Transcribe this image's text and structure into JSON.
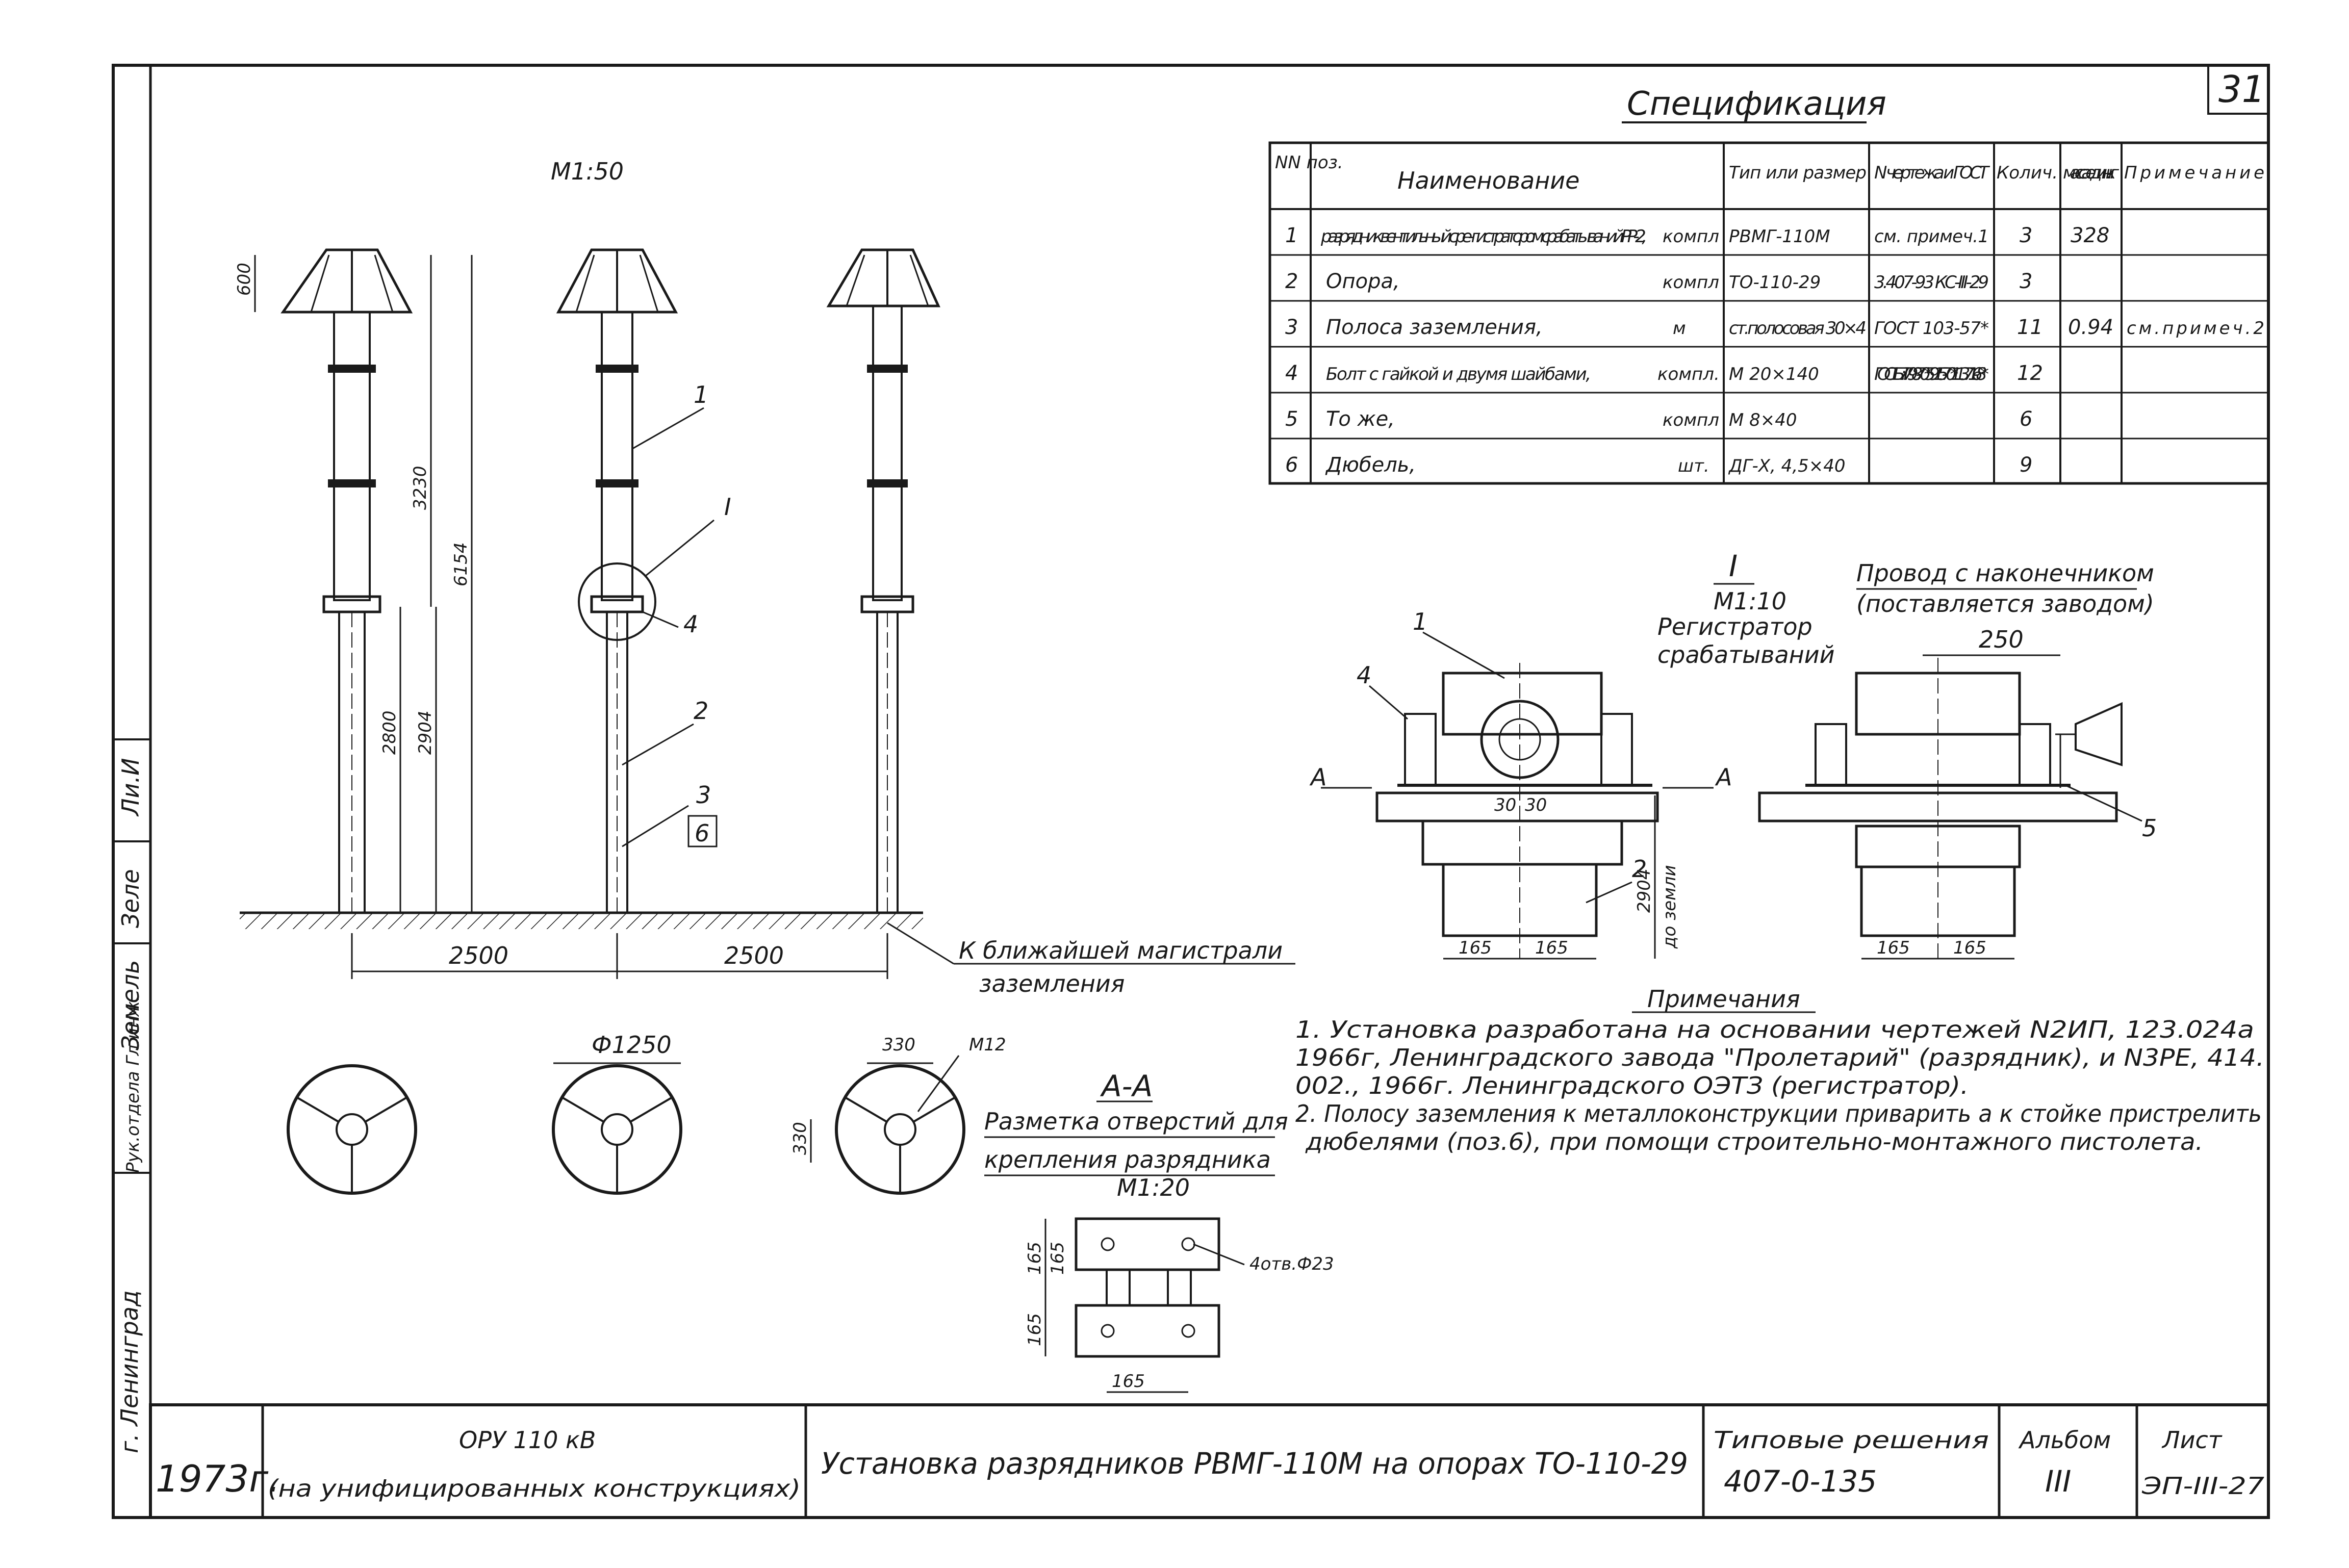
{
  "sheet_number": "31",
  "scale_main": "М1:50",
  "spec": {
    "title": "Спецификация",
    "headers": [
      "NN поз.",
      "Наименование",
      "Тип или размер",
      "N чертежа и ГОСТ",
      "Колич.",
      "масса един. кг",
      "Примечание"
    ],
    "rows": [
      {
        "pos": "1",
        "name": "разрядник вентильный с ре- гистратором срабатываний РР-2,",
        "unit": "компл",
        "type": "РВМГ-110М",
        "gost": "см. примеч.1",
        "qty": "3",
        "mass": "328",
        "note": ""
      },
      {
        "pos": "2",
        "name": "Опора,",
        "unit": "компл",
        "type": "ТО-110-29",
        "gost": "3.407-93 КС-III-29",
        "qty": "3",
        "mass": "",
        "note": ""
      },
      {
        "pos": "3",
        "name": "Полоса заземления,",
        "unit": "м",
        "type": "ст.полосовая 30×4",
        "gost": "ГОСТ 103-57*",
        "qty": "11",
        "mass": "0.94",
        "note": "см.примеч.2"
      },
      {
        "pos": "4",
        "name": "Болт с гайкой и двумя шайбами,",
        "unit": "компл.",
        "type": "М 20×140",
        "gost": "ГОСТЫ: 7798-70* 5915-70* 11371-68*",
        "qty": "12",
        "mass": "",
        "note": ""
      },
      {
        "pos": "5",
        "name": "То же,",
        "unit": "компл",
        "type": "М 8×40",
        "gost": "",
        "qty": "6",
        "mass": "",
        "note": ""
      },
      {
        "pos": "6",
        "name": "Дюбель,",
        "unit": "шт.",
        "type": "ДГ-X, 4,5×40",
        "gost": "",
        "qty": "9",
        "mass": "",
        "note": ""
      }
    ]
  },
  "elevation": {
    "dim_600": "600",
    "dim_3230": "3230",
    "dim_6154": "6154",
    "dim_2800": "2800",
    "dim_2904": "2904",
    "dim_2500a": "2500",
    "dim_2500b": "2500",
    "callout_1": "1",
    "callout_I": "I",
    "callout_4": "4",
    "callout_2": "2",
    "callout_3": "3",
    "callout_6": "6",
    "ground_note_1": "К ближайшей магистрали",
    "ground_note_2": "заземления"
  },
  "detail_I": {
    "label": "I",
    "scale": "М1:10",
    "registrar_1": "Регистратор",
    "registrar_2": "срабатываний",
    "callout_1": "1",
    "callout_4": "4",
    "callout_2": "2",
    "section_A_left": "А",
    "section_A_right": "А",
    "dim_30a": "30",
    "dim_30b": "30",
    "dim_165a": "165",
    "dim_165b": "165",
    "dim_2904": "2904",
    "ground_label": "до земли"
  },
  "detail_wire": {
    "title_1": "Провод с наконечником",
    "title_2": "(поставляется заводом)",
    "dim_250": "250",
    "callout_5": "5",
    "dim_165a": "165",
    "dim_165b": "165"
  },
  "plan": {
    "dia": "Ф1250",
    "dim_330": "330",
    "dim_330v": "330",
    "bolt": "М12"
  },
  "section_AA": {
    "title": "А-А",
    "caption_1": "Разметка отверстий для",
    "caption_2": "крепления разрядника",
    "scale": "М1:20",
    "holes": "4отв.Ф23",
    "dim_165a": "165",
    "dim_165b": "165",
    "dim_165c": "165",
    "dim_165d": "165"
  },
  "notes": {
    "title": "Примечания",
    "lines": [
      "1. Установка разработана на основании чертежей N2ИП, 123.024а",
      "1966г, Ленинградского завода \"Пролетарий\" (разрядник), и N3РЕ, 414.",
      "002., 1966г. Ленинградского ОЭТЗ (регистратор).",
      "2. Полосу заземления к металлоконструкции приварить а к стойке пристрелить",
      "дюбелями (поз.6), при помощи строительно-монтажного пистолета."
    ]
  },
  "left_margin": {
    "city": "г. Ленинград",
    "cell_1": "Рук.отдела Гл.инж.",
    "cell_2": "Земель",
    "cell_3": "Зеле",
    "cell_4": "Ли.И"
  },
  "title_block": {
    "year": "1973г.",
    "org_1": "ОРУ 110 кВ",
    "org_2": "(на унифицированных конструкциях)",
    "description": "Установка разрядников РВМГ-110М на опорах ТО-110-29",
    "series_1": "Типовые решения",
    "series_2": "407-0-135",
    "album_label": "Альбом",
    "album_value": "III",
    "sheet_label": "Лист",
    "sheet_value": "ЭП-III-27"
  }
}
